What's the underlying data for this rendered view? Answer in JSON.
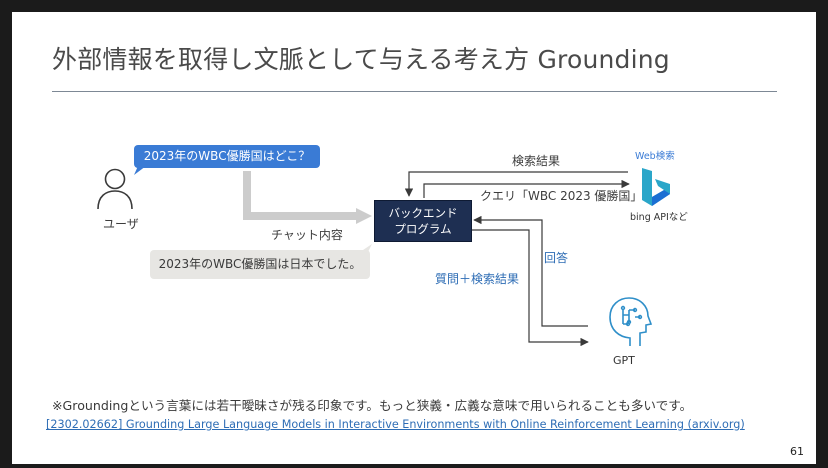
{
  "slide": {
    "title": "外部情報を取得し文脈として与える考え方 Grounding",
    "page_number": "61"
  },
  "diagram": {
    "user_label": "ユーザ",
    "user_question": "2023年のWBC優勝国はどこ？",
    "answer": "2023年のWBC優勝国は日本でした。",
    "chat_content_label": "チャット内容",
    "backend_line1": "バックエンド",
    "backend_line2": "プログラム",
    "search_results_label": "検索結果",
    "query_label": "クエリ「WBC 2023 優勝国」",
    "web_search_label": "Web検索",
    "bing_label": "bing APIなど",
    "answer_label": "回答",
    "question_plus_results_label": "質問＋検索結果",
    "gpt_label": "GPT"
  },
  "footnote": "※Groundingという言葉には若干曖昧さが残る印象です。もっと狭義・広義な意味で用いられることも多いです。",
  "reference_link": "[2302.02662] Grounding Large Language Models in Interactive Environments with Online Reinforcement Learning (arxiv.org)",
  "colors": {
    "accent_blue": "#3a7bd5",
    "backend_navy": "#1e2f52",
    "arrow_gray": "#cccccc",
    "bing_teal": "#2aa6c9"
  }
}
